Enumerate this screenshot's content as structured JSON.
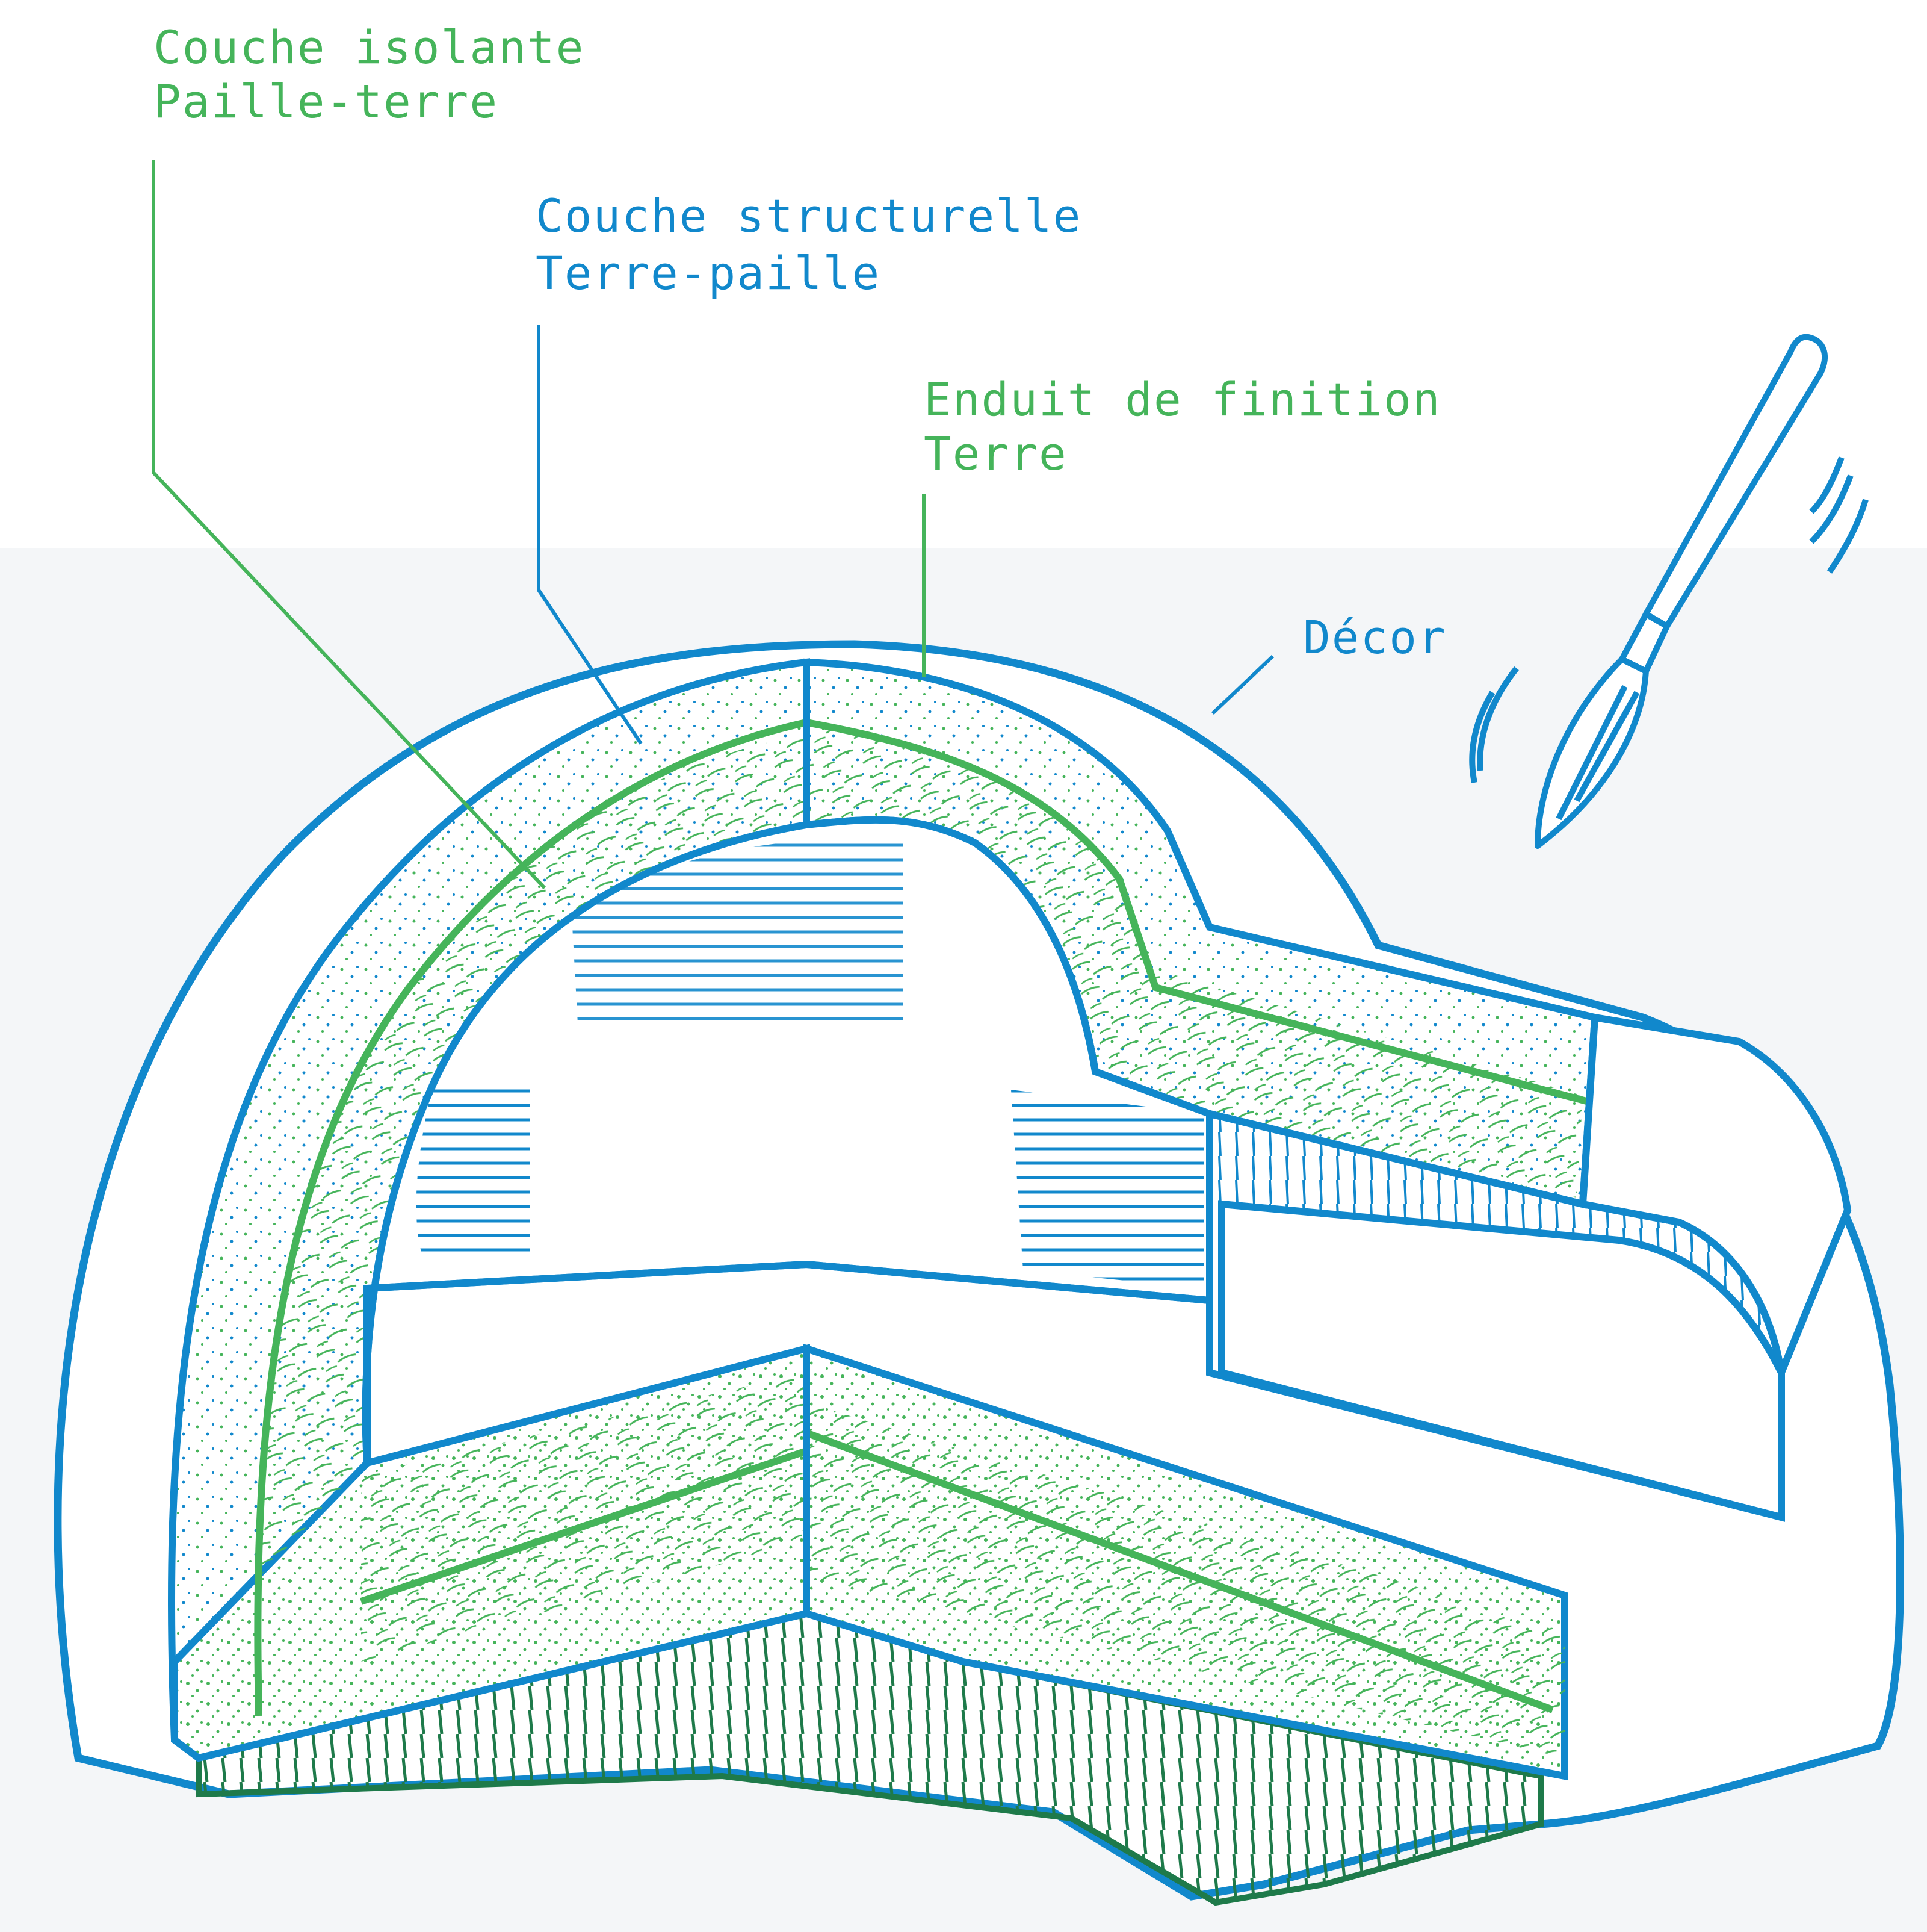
{
  "colors": {
    "blue": "#1188cc",
    "green": "#45b45a",
    "dark_green": "#1e7a4a",
    "background_lower": "#f4f6f8"
  },
  "labels": {
    "insulating": {
      "line1": "Couche isolante",
      "line2": "Paille-terre"
    },
    "structural": {
      "line1": "Couche structurelle",
      "line2": "Terre-paille"
    },
    "finish": {
      "line1": "Enduit de finition",
      "line2": "Terre"
    },
    "decor": {
      "text": "Décor"
    }
  },
  "icons": {
    "brush": "paintbrush-icon"
  }
}
